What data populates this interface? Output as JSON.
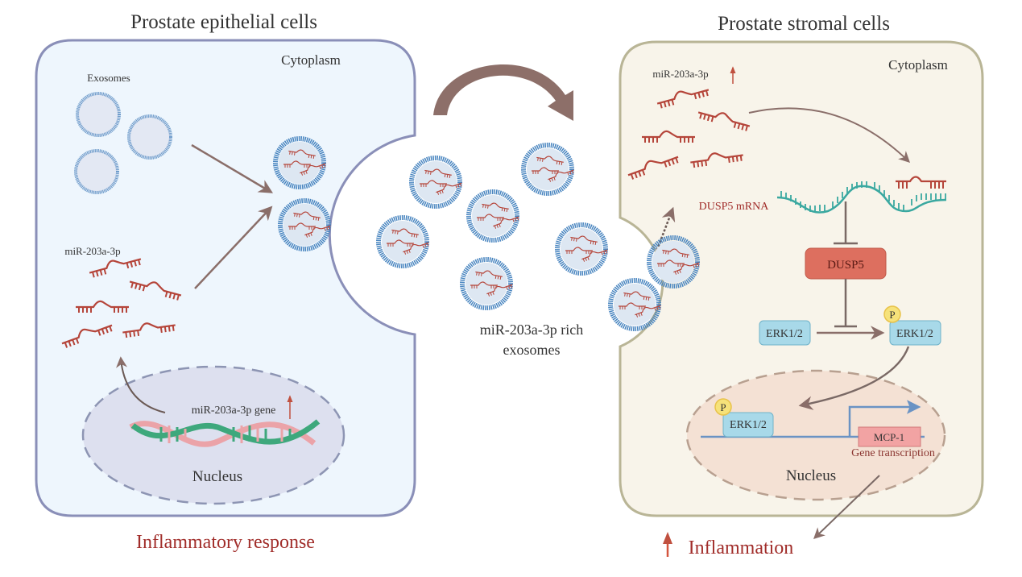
{
  "left_cell": {
    "title": "Prostate epithelial cells",
    "region_label": "Cytoplasm",
    "exosomes_label": "Exosomes",
    "mirna_label": "miR-203a-3p",
    "gene_label": "miR-203a-3p gene",
    "nucleus_label": "Nucleus",
    "outcome_label": "Inflammatory response"
  },
  "middle": {
    "label_line1": "miR-203a-3p rich",
    "label_line2": "exosomes"
  },
  "right_cell": {
    "title": "Prostate stromal cells",
    "region_label": "Cytoplasm",
    "mirna_label": "miR-203a-3p",
    "mrna_label": "DUSP5 mRNA",
    "dusp5_label": "DUSP5",
    "erk_label": "ERK1/2",
    "erk_p_label": "ERK1/2",
    "erk_nuclear_label": "ERK1/2",
    "phospho_label": "P",
    "gene_box_label": "MCP-1",
    "transcription_label": "Gene transcription",
    "nucleus_label": "Nucleus",
    "outcome_label": "Inflammation"
  },
  "colors": {
    "left_cell_fill": "#eef6fd",
    "left_cell_stroke": "#8a8fb8",
    "right_cell_fill": "#f8f4ea",
    "right_cell_stroke": "#b9b596",
    "mirna": "#b5453a",
    "mrna": "#3aa8a0",
    "arrow": "#8a6e69",
    "exosome_ring": "#4a86c0",
    "dusp5_fill": "#dd6f5f",
    "erk_fill": "#a8d9e9",
    "phospho_fill": "#f6e27a",
    "mcp1_fill": "#f2a3a3",
    "outcome_text": "#a12d2a"
  }
}
